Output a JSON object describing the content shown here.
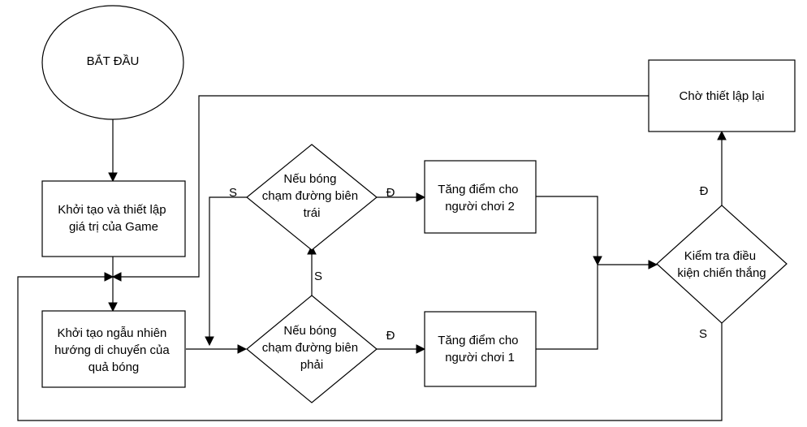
{
  "nodes": {
    "start": {
      "lines": [
        "BẮT ĐẦU"
      ]
    },
    "init": {
      "lines": [
        "Khởi tạo và thiết lập",
        "giá trị của Game"
      ]
    },
    "rand": {
      "lines": [
        "Khởi tạo ngẫu nhiên",
        "hướng di chuyển của",
        "quả bóng"
      ]
    },
    "right": {
      "lines": [
        "Nếu bóng",
        "chạm đường biên",
        "phải"
      ]
    },
    "left": {
      "lines": [
        "Nếu bóng",
        "chạm đường biên",
        "trái"
      ]
    },
    "p1": {
      "lines": [
        "Tăng điểm cho",
        "người chơi 1"
      ]
    },
    "p2": {
      "lines": [
        "Tăng điểm cho",
        "người chơi 2"
      ]
    },
    "win": {
      "lines": [
        "Kiểm tra điều",
        "kiện chiến thắng"
      ]
    },
    "reset": {
      "lines": [
        "Chờ thiết lập lại"
      ]
    }
  },
  "edge_labels": {
    "left_no": "S",
    "left_yes": "Đ",
    "right_no": "S",
    "right_yes": "Đ",
    "win_yes": "Đ",
    "win_no": "S"
  }
}
